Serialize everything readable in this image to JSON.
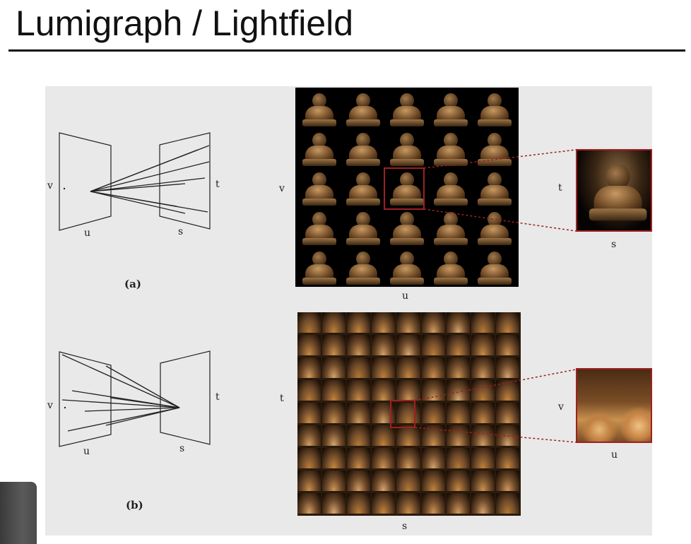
{
  "slide": {
    "title": "Lumigraph / Lightfield"
  },
  "figure": {
    "panel_a": {
      "caption": "(a)",
      "diagram_labels": {
        "v": "v",
        "u": "u",
        "t": "t",
        "s": "s"
      },
      "grid_axis_left": "v",
      "grid_axis_bottom": "u",
      "zoom_axis_left": "t",
      "zoom_axis_bottom": "s"
    },
    "panel_b": {
      "caption": "(b)",
      "diagram_labels": {
        "v": "v",
        "u": "u",
        "t": "t",
        "s": "s"
      },
      "grid_axis_left": "t",
      "grid_axis_bottom": "s",
      "zoom_axis_left": "v",
      "zoom_axis_bottom": "u"
    },
    "highlight_color": "#a02020"
  }
}
